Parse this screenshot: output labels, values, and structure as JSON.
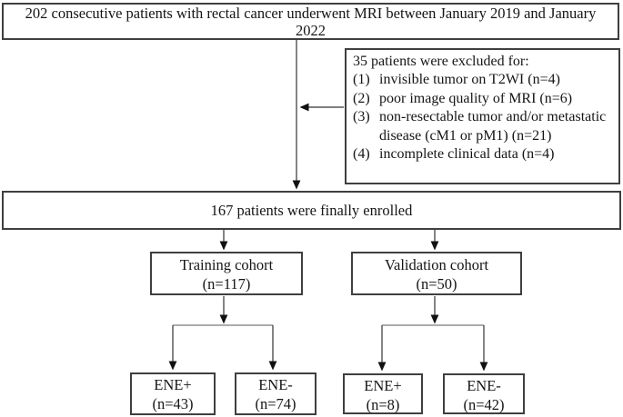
{
  "colors": {
    "background": "#ffffff",
    "border": "#3f3f3f",
    "text": "#151515",
    "line": "#333333",
    "bar": "#7b7b7b",
    "arrowhead": "#111111"
  },
  "diagram": {
    "top_box": {
      "line1": "202 consecutive patients with rectal cancer underwent MRI between January 2019 and January",
      "line2": "2022"
    },
    "exclusion_box": {
      "title": "35 patients were excluded for:",
      "items": [
        {
          "num": "(1)",
          "text": "invisible tumor on T2WI (n=4)"
        },
        {
          "num": "(2)",
          "text": "poor image quality of MRI (n=6)"
        },
        {
          "num": "(3)",
          "text": "non-resectable tumor and/or metastatic disease (cM1 or pM1) (n=21)"
        },
        {
          "num": "(4)",
          "text": "incomplete clinical data (n=4)"
        }
      ]
    },
    "enrolled_box": {
      "text": "167 patients were finally enrolled"
    },
    "training_box": {
      "name": "Training cohort",
      "n": "(n=117)"
    },
    "validation_box": {
      "name": "Validation cohort",
      "n": "(n=50)"
    },
    "outcome_boxes": [
      {
        "label": "ENE+",
        "n": "(n=43)"
      },
      {
        "label": "ENE-",
        "n": "(n=74)"
      },
      {
        "label": "ENE+",
        "n": "(n=8)"
      },
      {
        "label": "ENE-",
        "n": "(n=42)"
      }
    ]
  }
}
